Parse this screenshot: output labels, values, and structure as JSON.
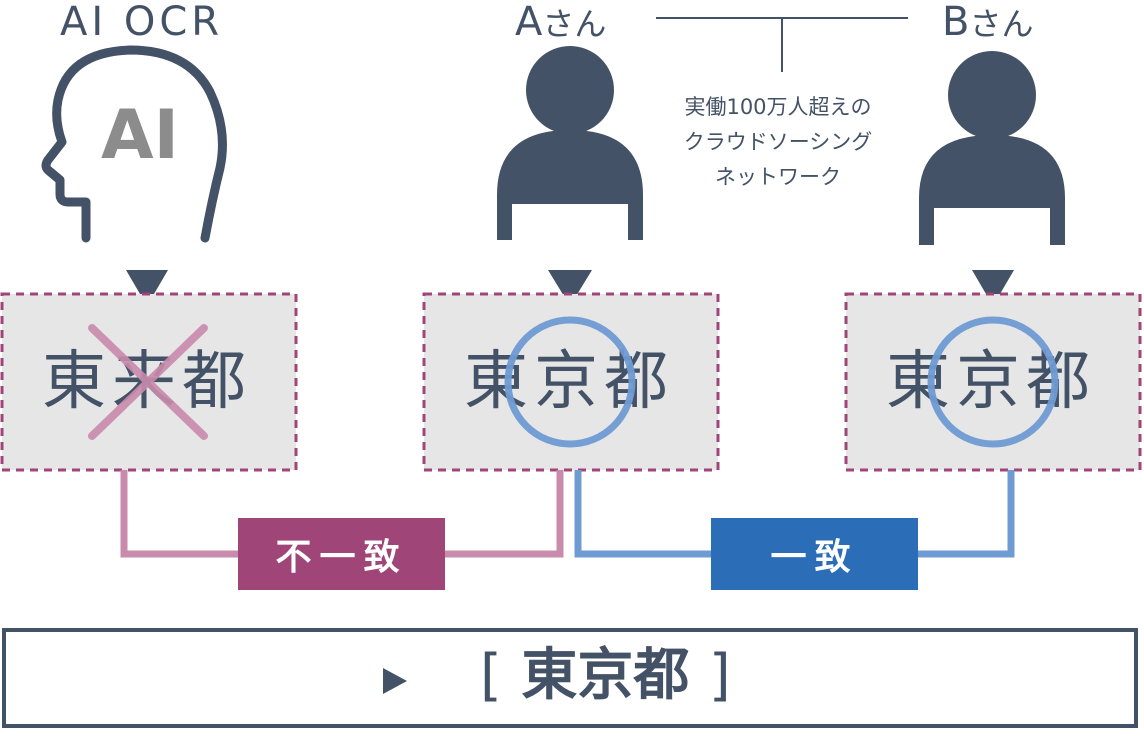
{
  "labels": {
    "ai_ocr": "AI OCR",
    "ai_head": "AI",
    "person_a_letter": "A",
    "person_a_suffix": "さん",
    "person_b_letter": "B",
    "person_b_suffix": "さん",
    "network_line1": "実働100万人超えの",
    "network_line2": "クラウドソーシング",
    "network_line3": "ネットワーク"
  },
  "boxes": {
    "ocr": "東来都",
    "person_a": "東京都",
    "person_b": "東京都"
  },
  "badges": {
    "mismatch": "不一致",
    "match": "一致"
  },
  "result": {
    "open_bracket": "[",
    "value": "東京都",
    "close_bracket": "]"
  },
  "colors": {
    "ink": "#435266",
    "mismatch": "#a04577",
    "mismatch_line": "#c98bac",
    "match": "#2b6db6",
    "match_line": "#6f9bd3",
    "box_fill": "#e6e6e6"
  }
}
